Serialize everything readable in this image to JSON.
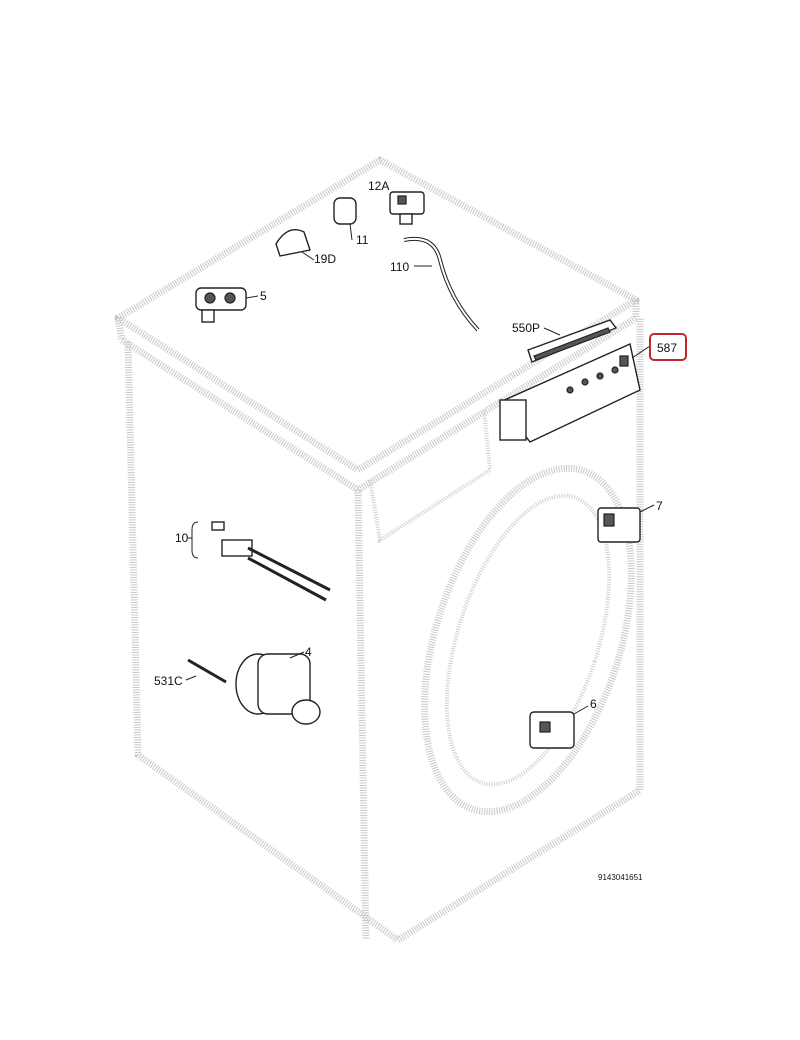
{
  "diagram": {
    "highlight_color": "#c0282d",
    "labels": {
      "p12a": "12A",
      "p11": "11",
      "p19d": "19D",
      "p110": "110",
      "p5": "5",
      "p550p": "550P",
      "p587": "587",
      "p7": "7",
      "p10": "10",
      "p531c": "531C",
      "p4": "4",
      "p6": "6"
    },
    "drawing_code": "9143041651"
  }
}
